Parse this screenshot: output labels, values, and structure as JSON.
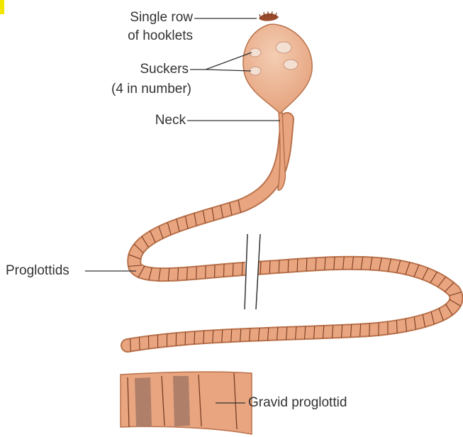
{
  "labels": {
    "hooklets_line1": "Single row",
    "hooklets_line2": "of hooklets",
    "suckers_line1": "Suckers",
    "suckers_line2": "(4 in number)",
    "neck": "Neck",
    "proglottids": "Proglottids",
    "gravid": "Gravid proglottid"
  },
  "colors": {
    "body_fill": "#e8a580",
    "body_light": "#f1c2a3",
    "outline": "#b9714a",
    "segment_line": "#7a3d22",
    "hooklets": "#9a4a2a",
    "gravid_band": "#b07f6a",
    "leader": "#333333",
    "corner_mark": "#f2e600"
  }
}
